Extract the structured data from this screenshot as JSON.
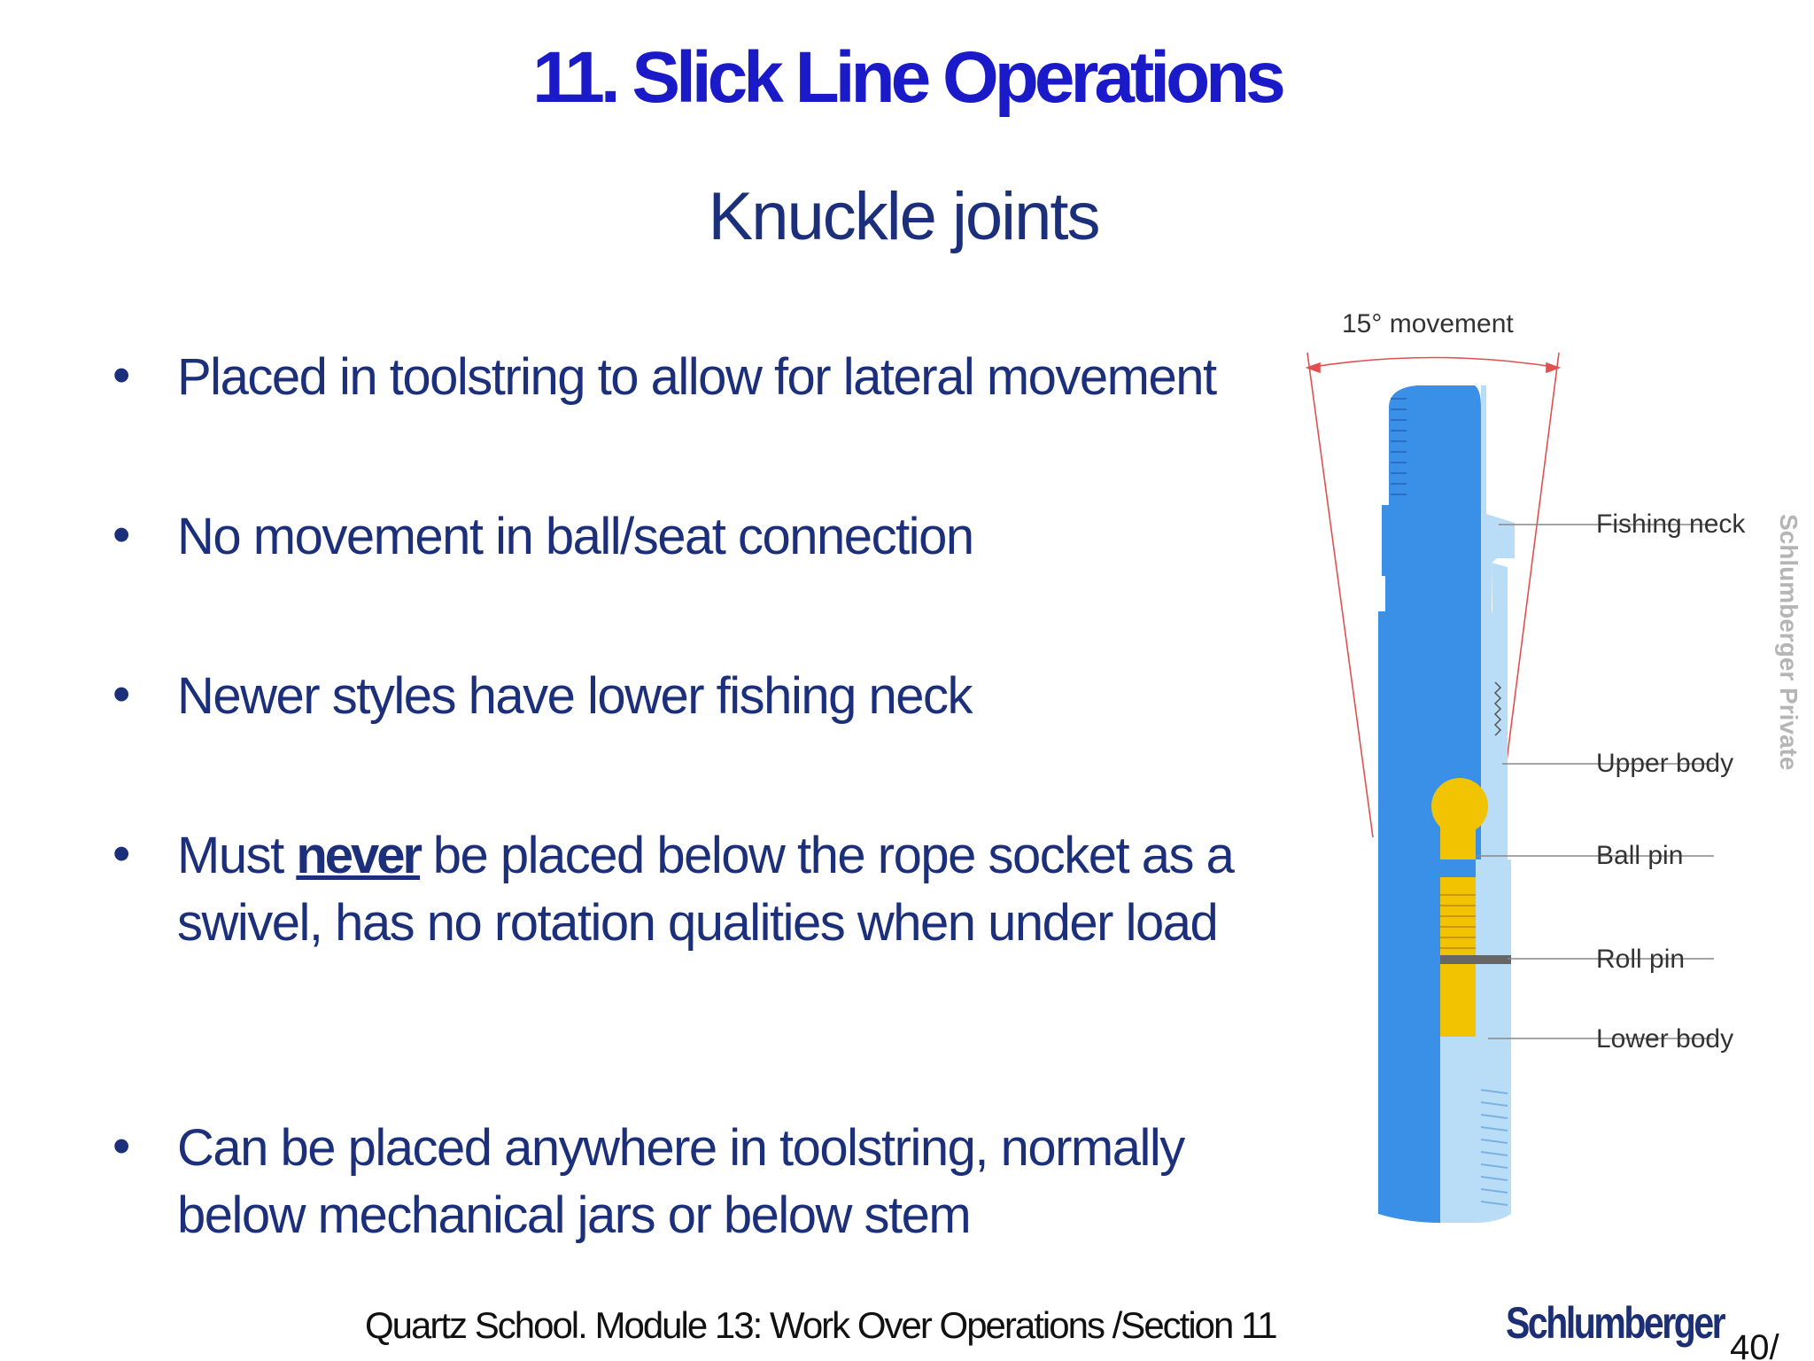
{
  "slide": {
    "title": "11. Slick Line Operations",
    "subtitle": "Knuckle joints",
    "bullets": [
      {
        "text": "Placed in toolstring to allow for lateral movement"
      },
      {
        "text": "No movement in ball/seat connection"
      },
      {
        "text": "Newer styles have lower fishing neck"
      },
      {
        "before": "Must ",
        "emphasis": "never",
        "after": " be placed below the rope socket as a swivel, has no rotation qualities when under load"
      },
      {
        "text": "Can be placed anywhere in toolstring, normally below mechanical jars or below stem"
      }
    ],
    "bullet_symbol": "•"
  },
  "figure": {
    "movement_label": "15° movement",
    "labels": {
      "fishing_neck": "Fishing neck",
      "upper_body": "Upper body",
      "ball_pin": "Ball pin",
      "roll_pin": "Roll pin",
      "lower_body": "Lower body"
    },
    "colors": {
      "body_blue": "#3a8fe6",
      "body_light": "#b9dcf7",
      "ball_yellow": "#f2c300",
      "movement_lines": "#e05050"
    }
  },
  "side_watermark": "Schlumberger Private",
  "footer": {
    "course": "Quartz School.  Module 13: Work Over Operations /Section 11",
    "logo": "Schlumberger",
    "page": "40/"
  },
  "colors": {
    "title": "#1a1ac8",
    "text": "#1b2f7a"
  }
}
